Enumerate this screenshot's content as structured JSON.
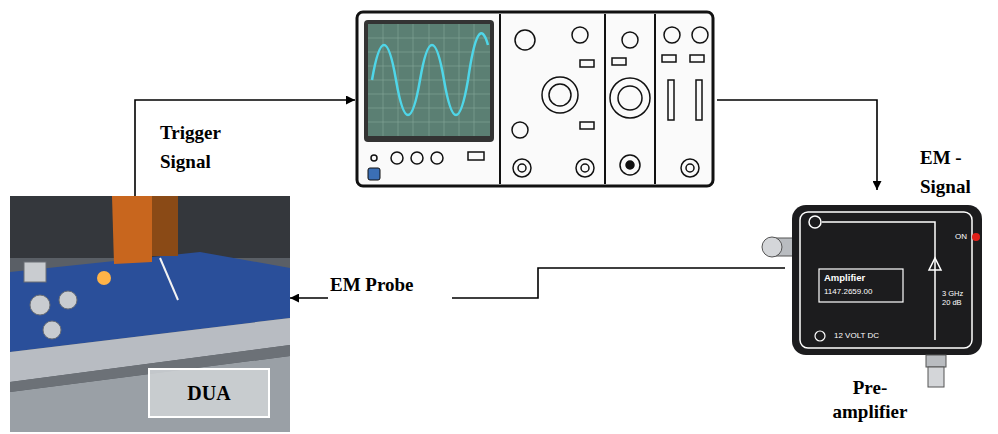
{
  "diagram": {
    "nodes": [
      {
        "text": []
      },
      {
        "text": [
          "DUA"
        ]
      },
      {
        "text": [
          "Pre- amplifier"
        ]
      }
    ],
    "edges": [
      {
        "from": 1,
        "to": 0,
        "label": "Trigger Signal",
        "arrow": "to"
      },
      {
        "from": 0,
        "to": 2,
        "label": "EM - Signal",
        "arrow": "to"
      },
      {
        "from": 2,
        "to": 1,
        "label": "EM Probe",
        "arrow": "to"
      }
    ],
    "labels": [
      "Amplifier",
      "1147.2659.00",
      "12 VOLT DC",
      "3 GHz 20 dB",
      "ON"
    ]
  }
}
